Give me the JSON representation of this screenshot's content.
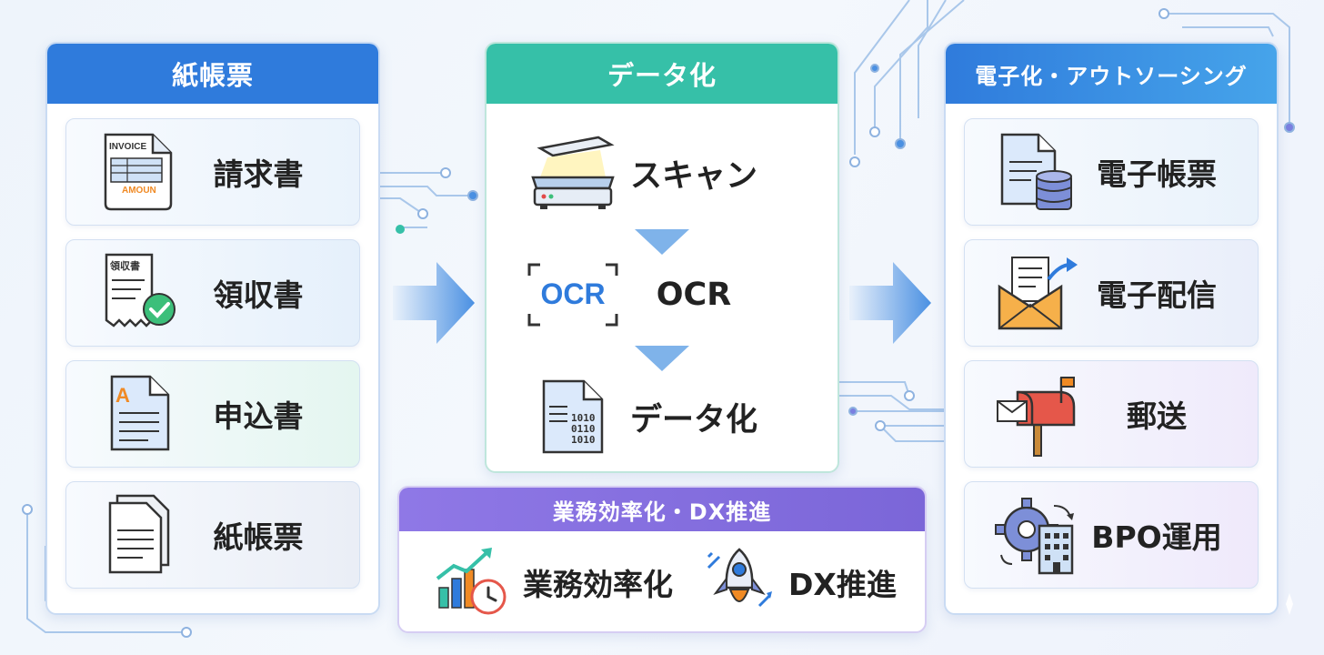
{
  "columns": {
    "paper": {
      "title": "紙帳票",
      "items": [
        {
          "label": "請求書",
          "icon": "invoice-icon",
          "icon_text": [
            "INVOICE",
            "AMOUN"
          ]
        },
        {
          "label": "領収書",
          "icon": "receipt-icon",
          "icon_text": [
            "領収書"
          ]
        },
        {
          "label": "申込書",
          "icon": "application-form-icon",
          "icon_text": [
            "A"
          ]
        },
        {
          "label": "紙帳票",
          "icon": "paper-stack-icon"
        }
      ]
    },
    "data": {
      "title": "データ化",
      "steps": [
        {
          "label": "スキャン",
          "icon": "scanner-icon"
        },
        {
          "label": "OCR",
          "icon": "ocr-icon",
          "icon_text": "OCR"
        },
        {
          "label": "データ化",
          "icon": "binary-document-icon",
          "icon_text": [
            "1010",
            "0110",
            "1010"
          ]
        }
      ]
    },
    "electronic": {
      "title": "電子化・アウトソーシング",
      "items": [
        {
          "label": "電子帳票",
          "icon": "document-database-icon"
        },
        {
          "label": "電子配信",
          "icon": "email-delivery-icon"
        },
        {
          "label": "郵送",
          "icon": "mailbox-icon"
        },
        {
          "label": "BPO運用",
          "icon": "gear-building-icon"
        }
      ]
    }
  },
  "efficiency": {
    "title": "業務効率化・DX推進",
    "items": [
      {
        "label": "業務効率化",
        "icon": "growth-chart-clock-icon"
      },
      {
        "label": "DX推進",
        "icon": "rocket-icon"
      }
    ]
  },
  "colors": {
    "paper_header": "#2f7bdc",
    "data_header": "#36c0a8",
    "electronic_header": "#3a8fe2",
    "efficiency_header": "#8a6fe0",
    "arrow": "#4a90e2"
  }
}
